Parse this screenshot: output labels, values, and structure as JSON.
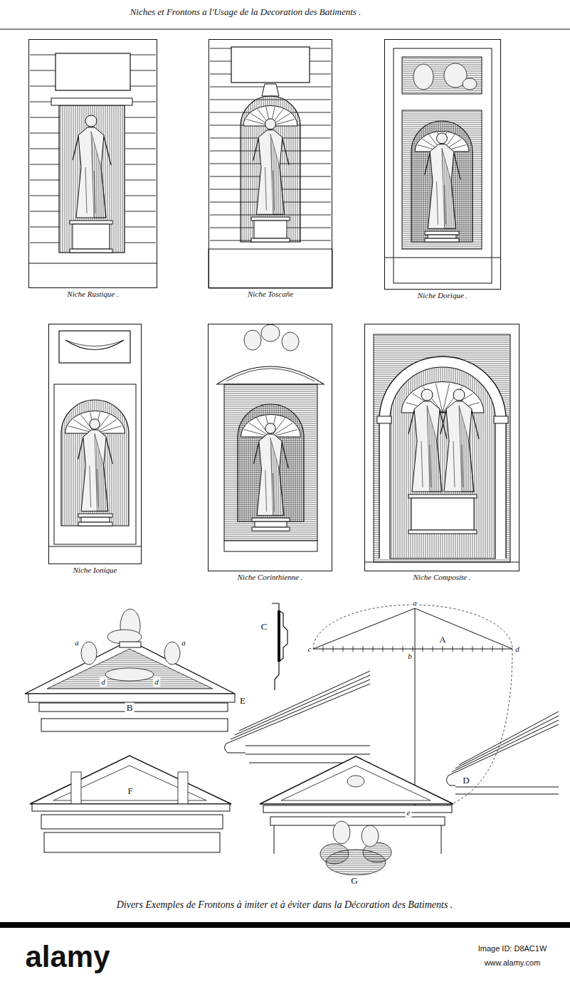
{
  "diagram": {
    "title": "Niches et Frontons a l'Usage de la Decoration des Batiments .",
    "caption": "Divers Exemples de Frontons à imiter et à éviter dans la Décoration des Batiments .",
    "nodes": [
      {
        "text": [
          "Niche Rustique ."
        ]
      },
      {
        "text": [
          "Niche Toscañe"
        ]
      },
      {
        "text": [
          "Niche Dorique ."
        ]
      },
      {
        "text": [
          "Niche Ionique"
        ]
      },
      {
        "text": [
          "Niche Corinthienne ."
        ]
      },
      {
        "text": [
          "Niche Composite ."
        ]
      }
    ],
    "labels": [
      "C",
      "a",
      "c",
      "b",
      "A",
      "d",
      "e",
      "a",
      "a",
      "d",
      "d",
      "B",
      "E",
      "D",
      "F",
      "G",
      "alamy",
      "Image ID: D8AC1W",
      "www.alamy.com"
    ]
  }
}
